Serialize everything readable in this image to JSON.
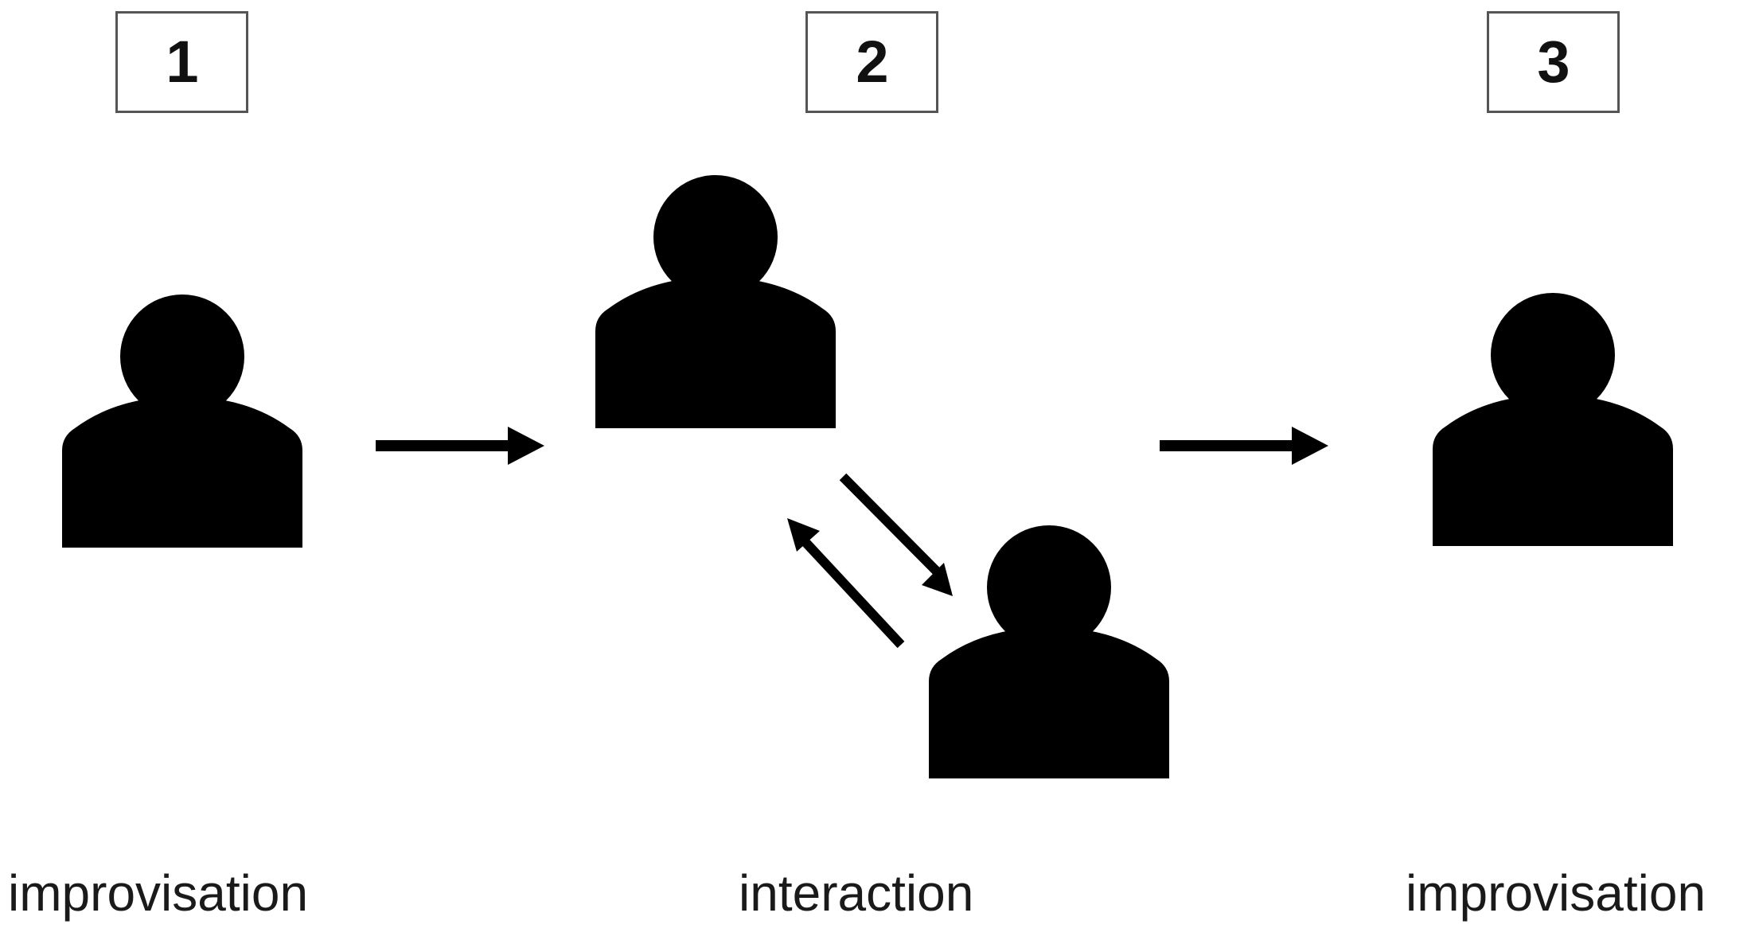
{
  "diagram": {
    "title_sequence": [
      "1",
      "2",
      "3"
    ],
    "steps": [
      {
        "number": "1",
        "caption": "improvisation",
        "icon": "person-icon",
        "actors": 1
      },
      {
        "number": "2",
        "caption": "interaction",
        "icon": "person-icon",
        "actors": 2
      },
      {
        "number": "3",
        "caption": "improvisation",
        "icon": "person-icon",
        "actors": 1
      }
    ],
    "connectors": [
      {
        "name": "arrow-step1-to-step2",
        "icon": "arrow-right-icon",
        "direction": "right"
      },
      {
        "name": "arrow-actor-a-to-b",
        "icon": "arrow-down-right-icon",
        "direction": "down-right"
      },
      {
        "name": "arrow-actor-b-to-a",
        "icon": "arrow-up-left-icon",
        "direction": "up-left"
      },
      {
        "name": "arrow-step2-to-step3",
        "icon": "arrow-right-icon",
        "direction": "right"
      }
    ],
    "colors": {
      "figure_fill": "#000000",
      "box_border": "#555555",
      "background": "#ffffff",
      "text": "#1a1a1a"
    }
  }
}
